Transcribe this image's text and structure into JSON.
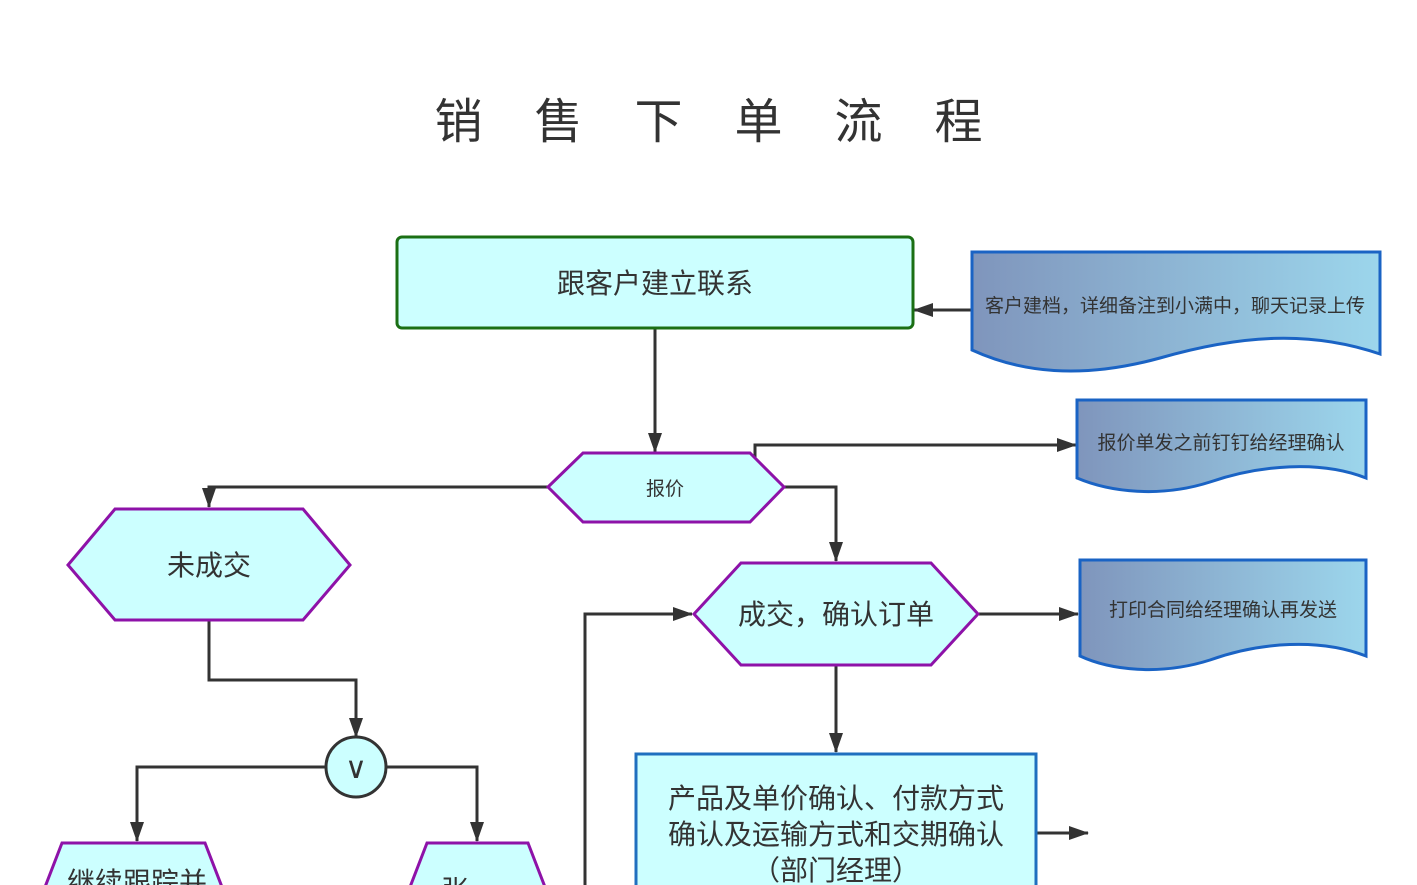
{
  "title": {
    "chars": [
      "销",
      "售",
      "下",
      "单",
      "流",
      "程"
    ]
  },
  "nodes": {
    "contact": "跟客户建立联系",
    "quote": "报价",
    "not_deal": "未成交",
    "deal": "成交，确认订单",
    "or_gate": "∨",
    "confirm_lines": [
      "产品及单价确认、付款方式",
      "确认及运输方式和交期确认",
      "（部门经理）"
    ],
    "follow_up_partial": "继续跟踪并",
    "right_partial": "张"
  },
  "notes": {
    "archive": "客户建档，详细备注到小满中，聊天记录上传",
    "quote_confirm": "报价单发之前钉钉给经理确认",
    "contract": "打印合同给经理确认再发送"
  },
  "colors": {
    "box_fill": "#ccffff",
    "contact_border": "#1b6f14",
    "hex_border": "#8e12a8",
    "confirm_border": "#1f6fbf",
    "note_border": "#1a63c4",
    "note_grad_start": "#7f95bc",
    "note_grad_end": "#9cd6ec",
    "line": "#333333"
  }
}
